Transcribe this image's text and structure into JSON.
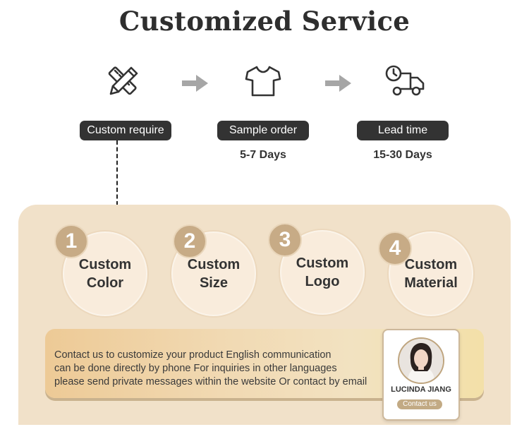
{
  "title": "Customized Service",
  "icons": [
    "pencil-ruler-icon",
    "tshirt-icon",
    "delivery-truck-icon",
    "arrow-right-icon"
  ],
  "steps": [
    {
      "label": "Custom require",
      "days": ""
    },
    {
      "label": "Sample order",
      "days": "5-7 Days"
    },
    {
      "label": "Lead time",
      "days": "15-30 Days"
    }
  ],
  "options": [
    {
      "number": "1",
      "line1": "Custom",
      "line2": "Color"
    },
    {
      "number": "2",
      "line1": "Custom",
      "line2": "Size"
    },
    {
      "number": "3",
      "line1": "Custom",
      "line2": "Logo"
    },
    {
      "number": "4",
      "line1": "Custom",
      "line2": "Material"
    }
  ],
  "contact": {
    "lines": [
      "Contact us to customize your product English communication",
      "can be done directly by phone For inquiries in other languages",
      "please send private messages within the website Or contact by email"
    ],
    "name": "LUCINDA JIANG",
    "button": "Contact us"
  },
  "colors": {
    "panel": "#f1e1c9",
    "badge": "#c7ab86",
    "pill": "#333333",
    "arrow": "#a6a6a6"
  }
}
